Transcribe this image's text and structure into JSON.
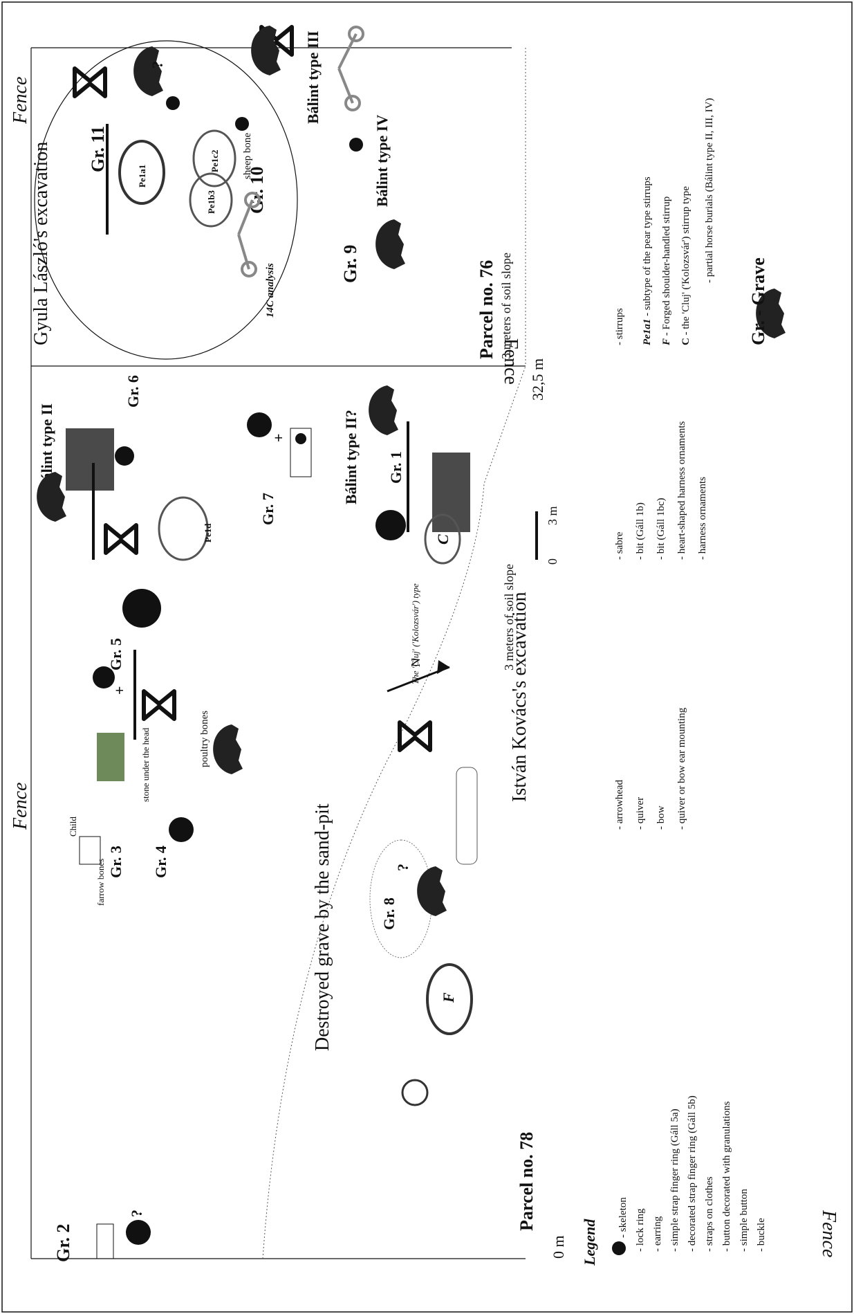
{
  "fence": {
    "top_left": "Fence",
    "top_right": "Fence",
    "right_middle": "Fence",
    "bottom_left": "Fence"
  },
  "excavations": {
    "laszlo": "Gyula László's excavation",
    "kovacs": "István Kovács's excavation",
    "destroyed": "Destroyed grave by the sand-pit"
  },
  "parcels": {
    "p76": "Parcel no. 76",
    "p78": "Parcel no. 78"
  },
  "slopes": {
    "right": "3 meters of soil slope",
    "middle": "3 meters of soil slope"
  },
  "distances": {
    "zero": "0 m",
    "end": "32,5 m",
    "scale_zero": "0",
    "scale_end": "3 m"
  },
  "graves": {
    "g1": "Gr. 1",
    "g2": "Gr. 2",
    "g3": "Gr. 3",
    "g4": "Gr. 4",
    "g5": "Gr. 5",
    "g6": "Gr. 6",
    "g7": "Gr. 7",
    "g8": "Gr. 8",
    "g9": "Gr. 9",
    "g10": "Gr. 10",
    "g11": "Gr. 11"
  },
  "annotations": {
    "balint2": "Bálint type II",
    "balint2q": "Bálint type II?",
    "balint3": "Bálint type III",
    "balint4": "Bálint type IV",
    "c14": "14C analysis",
    "sheep": "sheep bone",
    "poultry": "poultry bones",
    "stone": "stone under the head",
    "farrow": "farrow bones",
    "child": "Child",
    "cluj": "The 'Cluj' ('Kolozsvár') type",
    "pe1a1": "Pe1a1",
    "pe1b3": "Pe1b3",
    "pe1c2": "Pe1c2",
    "pe1d": "Pe1d",
    "f": "F",
    "c": "C",
    "q": "?",
    "plus": "+"
  },
  "legend": {
    "title": "Legend",
    "items": [
      "- skeleton",
      "- lock ring",
      "- earring",
      "- simple strap finger ring (Gáll 5a)",
      "- decorated strap finger ring (Gáll 5b)",
      "- straps on clothes",
      "- button decorated with granulations",
      "- simple button",
      "- buckle",
      "- arrowhead",
      "- quiver",
      "- bow",
      "- quiver or bow ear mounting",
      "- sabre",
      "- bit (Gáll 1b)",
      "- bit (Gáll 1bc)",
      "- heart-shaped harness ornaments",
      "- harness ornaments",
      "- stirrups"
    ],
    "pe1a1_note_key": "Pe1a1",
    "pe1a1_note": " - subtype of the pear type stirrups",
    "f_note_key": "F",
    "f_note": " - Forged shoulder-handled stirrup",
    "c_note_key": "C",
    "c_note": " - the 'Cluj' ('Kolozsvár') stirrup type",
    "horse_note": "- partial horse burials (Bálint type II, III, IV)",
    "gr_note": "Gr. - Grave"
  },
  "colors": {
    "ink": "#111111",
    "bit_ring": "#888888",
    "photo_dark": "#4a4a4a",
    "photo_green": "#6e8a5a"
  }
}
